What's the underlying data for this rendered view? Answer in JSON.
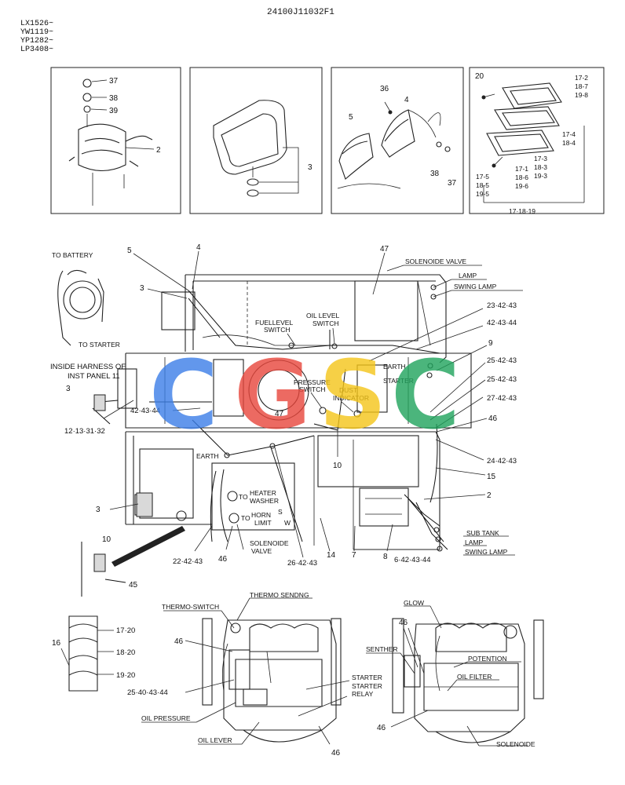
{
  "header": {
    "part_number": "24100J11032F1",
    "models": [
      "LX1526~",
      "YW1119~",
      "YP1282~",
      "LP3408~"
    ]
  },
  "watermark": {
    "letters": [
      "C",
      "G",
      "S",
      "C"
    ],
    "colors": [
      "#3b7ee8",
      "#e8463b",
      "#f5c518",
      "#1fa35c"
    ]
  },
  "panels": {
    "p1": [
      "37",
      "38",
      "39",
      "2"
    ],
    "p2": [
      "3"
    ],
    "p3": [
      "36",
      "4",
      "5",
      "38",
      "37"
    ],
    "p4": [
      "20",
      "17-2",
      "18-7",
      "19-8",
      "17-4",
      "18-4",
      "17-3",
      "18-3",
      "19-3",
      "17-1",
      "18-6",
      "19-6",
      "17-5",
      "18-5",
      "19-5",
      "17·18·19"
    ]
  },
  "main": {
    "to_battery": "TO BATTERY",
    "to_starter": "TO STARTER",
    "inside_harness": "INSIDE HARNESS OF",
    "inst_panel": "INST PANEL 11",
    "fuel_level_switch": [
      "FUELLEVEL",
      "SWITCH"
    ],
    "oil_level_switch": [
      "OIL LEVEL",
      "SWITCH"
    ],
    "pressure_switch": [
      "PRESSURE",
      "SWITCH"
    ],
    "dust_indicator": [
      "DUST",
      "INDICATOR"
    ],
    "solenoide_valve_top": "SOLENOIDE VALVE",
    "lamp_top": "LAMP",
    "swing_lamp_top": "SWING LAMP",
    "earth_right": "EARTH",
    "starter_right": "STARTER",
    "earth_left": "EARTH",
    "to_heater_washer": [
      "TO",
      "HEATER",
      "WASHER"
    ],
    "to_horn": [
      "TO",
      "HORN"
    ],
    "s_limit": [
      "S",
      "LIMIT",
      "W"
    ],
    "solenoide_valve_bottom": [
      "SOLENOIDE",
      "VALVE"
    ],
    "sub_tank": "SUB TANK",
    "lamp_bottom": "LAMP",
    "swing_lamp_bottom": "SWING LAMP",
    "n5": "5",
    "n4": "4",
    "n47a": "47",
    "n3a": "3",
    "n23": "23·42·43",
    "n42_43_44r": "42·43·44",
    "n9": "9",
    "n25a": "25·42·43",
    "n25b": "25·42·43",
    "n27": "27·42·43",
    "n46r": "46",
    "n24": "24·42·43",
    "n15": "15",
    "n2": "2",
    "n3b": "3",
    "n12": "12·13·31·32",
    "n42_43_44l": "42·43·44",
    "n47b": "47",
    "n10a": "10",
    "n3c": "3",
    "n10b": "10",
    "n45": "45",
    "n22": "22·42·43",
    "n46b": "46",
    "n26": "26·42·43",
    "n14": "14",
    "n7": "7",
    "n8": "8",
    "n6": "6·42·43·44"
  },
  "bottom_left": {
    "thermo_switch": "THERMO-SWITCH",
    "thermo_sending": "THERMO SENDNG",
    "starter": "STARTER",
    "starter_relay": [
      "STARTER",
      "RELAY"
    ],
    "oil_pressure": "OIL PRESSURE",
    "oil_lever": "OIL LEVER",
    "n16": "16",
    "n17_20": "17·20",
    "n18_20": "18·20",
    "n19_20": "19·20",
    "n46a": "46",
    "n25_40": "25·40·43·44",
    "n46b": "46"
  },
  "bottom_right": {
    "glow": "GLOW",
    "senther": "SENTHER",
    "potention": "POTENTION",
    "oil_filter": "OIL FILTER",
    "solenoide": "SOLENOIDE",
    "n46a": "46",
    "n46b": "46"
  }
}
